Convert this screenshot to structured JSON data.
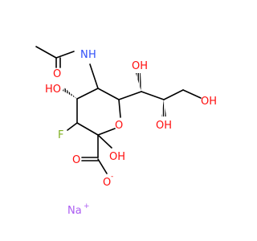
{
  "molecule": {
    "atoms": {
      "nh_N": "N",
      "nh_H": "H",
      "o_acyl": "O",
      "oh_ring4": "HO",
      "oh_side1": "OH",
      "oh_side2": "OH",
      "oh_terminal": "OH",
      "f": "F",
      "o_ring": "O",
      "oh_anomeric": "OH",
      "o_carboxy_dbl": "O",
      "o_carboxy_neg": "O",
      "charge_minus": "-",
      "na": "Na",
      "charge_plus": "+"
    },
    "colors": {
      "oxygen": "#ff0d0d",
      "nitrogen": "#3050f8",
      "fluorine": "#7fb021",
      "sodium": "#ab5cf2",
      "bond": "#000000"
    }
  }
}
